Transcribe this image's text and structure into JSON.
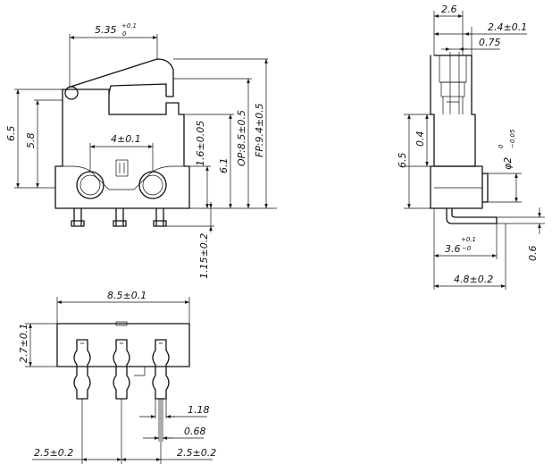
{
  "front_view": {
    "dim_actuator": "5.35",
    "dim_actuator_tol_top": "+0.1",
    "dim_actuator_tol_bottom": "0",
    "dim_height_total": "6.5",
    "dim_height_body": "5.8",
    "dim_pin_spacing": "4±0.1",
    "dim_16": "1.6±0.05",
    "dim_61": "6.1",
    "dim_op": "OP:8.5±0.5",
    "dim_fp": "FP:9.4±0.5",
    "dim_pin_length": "1.15±0.2"
  },
  "side_view": {
    "dim_26": "2.6",
    "dim_24": "2.4±0.1",
    "dim_075": "0.75",
    "dim_04": "0.4",
    "dim_65": "6.5",
    "dim_phi2": "φ2",
    "dim_phi2_tol_top": "0",
    "dim_phi2_tol_bottom": "−0.05",
    "dim_36": "3.6",
    "dim_36_tol_top": "+0.1",
    "dim_36_tol_bottom": "−0",
    "dim_06": "0.6",
    "dim_48": "4.8±0.2"
  },
  "bottom_view": {
    "dim_85": "8.5±0.1",
    "dim_27": "2.7±0.1",
    "dim_118": "1.18",
    "dim_068": "0.68",
    "dim_25_left": "2.5±0.2",
    "dim_25_right": "2.5±0.2"
  }
}
